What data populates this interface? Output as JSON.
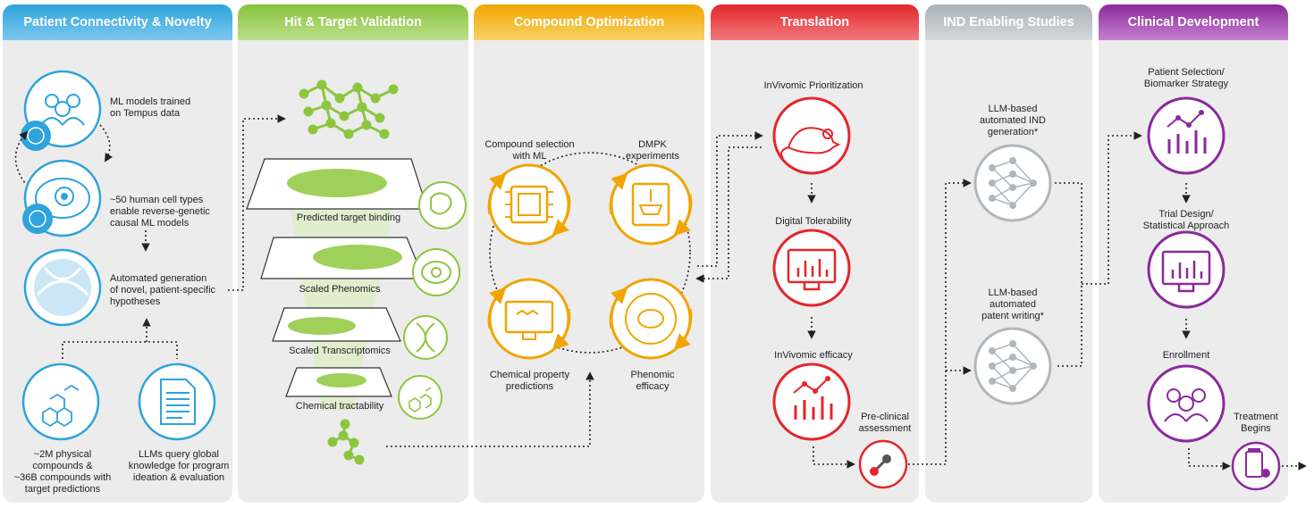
{
  "colors": {
    "blue": "#2ea3dc",
    "green": "#8cc63f",
    "orange": "#f0a500",
    "red": "#e3262b",
    "gray": "#b0b7bc",
    "purple": "#8a2a9b",
    "panel": "#ececec"
  },
  "stages": [
    {
      "title": "Patient Connectivity & Novelty"
    },
    {
      "title": "Hit & Target Validation"
    },
    {
      "title": "Compound Optimization"
    },
    {
      "title": "Translation"
    },
    {
      "title": "IND Enabling Studies"
    },
    {
      "title": "Clinical Development"
    }
  ],
  "patient": {
    "ml_models": [
      "ML models trained",
      "on Tempus data"
    ],
    "cell_types": [
      "~50 human cell types",
      "enable reverse-genetic",
      "causal ML models"
    ],
    "automated": [
      "Automated generation",
      "of novel, patient-specific",
      "hypotheses"
    ],
    "compounds": [
      "~2M physical",
      "compounds &",
      "~36B compounds with",
      "target predictions"
    ],
    "llms": [
      "LLMs query global",
      "knowledge for program",
      "ideation & evaluation"
    ]
  },
  "hit": {
    "layers": [
      "Predicted target binding",
      "Scaled Phenomics",
      "Scaled Transcriptomics",
      "Chemical tractability"
    ]
  },
  "compound": {
    "selection": [
      "Compound selection",
      "with ML"
    ],
    "dmpk": [
      "DMPK",
      "experiments"
    ],
    "chem_pred": [
      "Chemical property",
      "predictions"
    ],
    "phenomic": [
      "Phenomic",
      "efficacy"
    ]
  },
  "translation": {
    "invivo_prior": "InVivomic Prioritization",
    "digital_tol": "Digital Tolerability",
    "invivo_eff": "InVivomic efficacy",
    "preclinical": [
      "Pre-clinical",
      "assessment"
    ]
  },
  "ind": {
    "llm_ind": [
      "LLM-based",
      "automated IND",
      "generation*"
    ],
    "llm_patent": [
      "LLM-based",
      "automated",
      "patent writing*"
    ]
  },
  "clinical": {
    "patient_sel": [
      "Patient Selection/",
      "Biomarker Strategy"
    ],
    "trial": [
      "Trial Design/",
      "Statistical Approach"
    ],
    "enrollment": "Enrollment",
    "treatment": [
      "Treatment",
      "Begins"
    ]
  },
  "icons": [
    "people-icon",
    "cell-icon",
    "brain-scan-icon",
    "molecule-icon",
    "document-icon",
    "chip-icon",
    "microscope-icon",
    "monitor-molecule-icon",
    "cell-efficacy-icon",
    "mouse-icon",
    "monitor-chart-icon",
    "line-bar-chart-icon",
    "molecule-red-icon",
    "neural-network-icon",
    "pill-bottle-icon"
  ]
}
